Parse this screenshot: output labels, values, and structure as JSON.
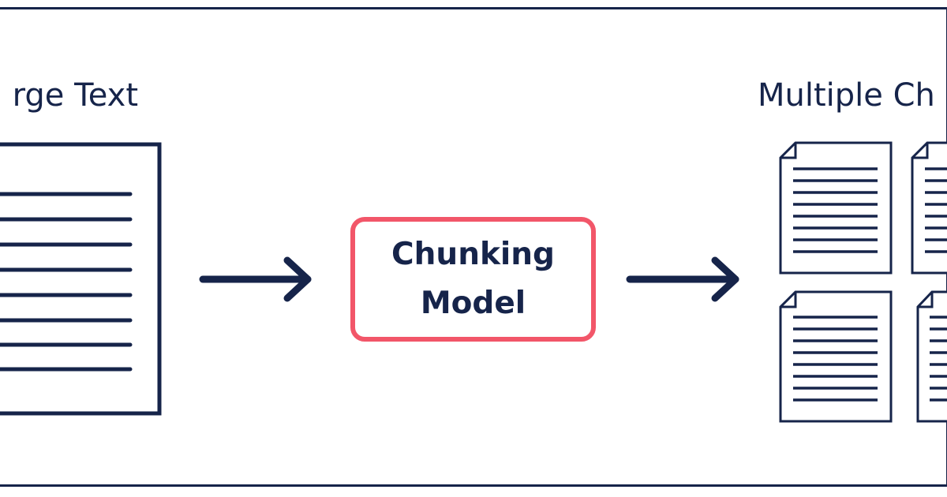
{
  "diagram": {
    "input_label": "rge Text",
    "model_label_line1": "Chunking",
    "model_label_line2": "Model",
    "output_label": "Multiple Ch"
  },
  "colors": {
    "ink": "#16244a",
    "accent": "#f25669",
    "background": "#ffffff"
  }
}
